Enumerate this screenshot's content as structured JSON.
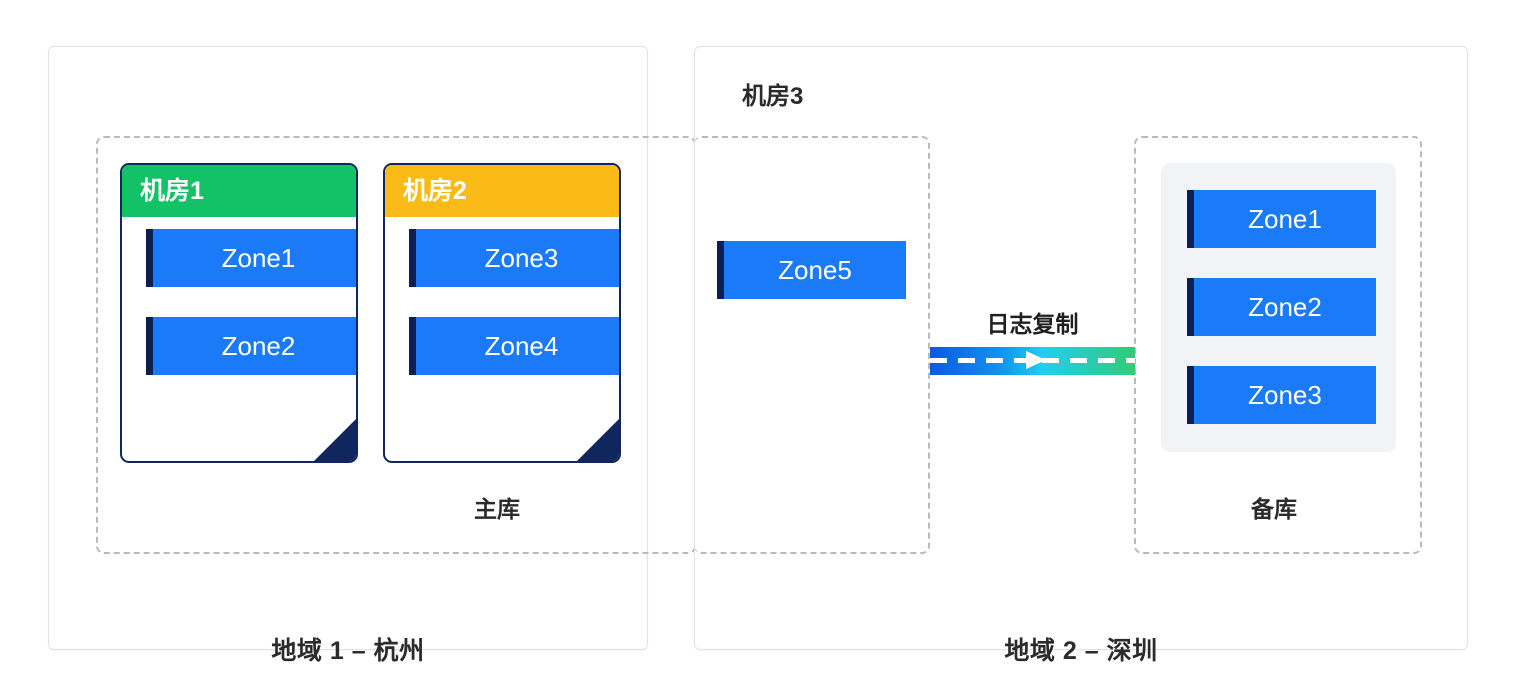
{
  "diagram": {
    "regions": [
      {
        "id": "region-1",
        "caption": "地域 1 – 杭州",
        "groups": [
          {
            "id": "primary",
            "caption": "主库",
            "idc_cards": [
              {
                "title": "机房1",
                "header_color": "#13c267",
                "zones": [
                  "Zone1",
                  "Zone2"
                ]
              },
              {
                "title": "机房2",
                "header_color": "#fabb18",
                "zones": [
                  "Zone3",
                  "Zone4"
                ]
              }
            ]
          }
        ]
      },
      {
        "id": "region-2",
        "caption": "地域 2 – 深圳",
        "idc_label": "机房3",
        "groups": [
          {
            "id": "idc3",
            "caption": "",
            "zones": [
              "Zone5"
            ]
          },
          {
            "id": "standby",
            "caption": "备库",
            "zones": [
              "Zone1",
              "Zone2",
              "Zone3"
            ]
          }
        ]
      }
    ],
    "replication": {
      "label": "日志复制",
      "direction": "left-to-right",
      "gradient_from": "#0b5ae0",
      "gradient_mid": "#22cdf2",
      "gradient_to": "#32cc72"
    },
    "colors": {
      "zone_blue": "#1a7af8",
      "zone_edge_navy": "#0b1f52",
      "card_border_navy": "#10275e",
      "idc1_green": "#13c267",
      "idc2_amber": "#fabb18",
      "standby_box_gray": "#f2f3f5",
      "dashed_gray": "#b6bac2",
      "panel_border": "#dfe3e9",
      "text_dark": "#2b2b2b"
    }
  }
}
